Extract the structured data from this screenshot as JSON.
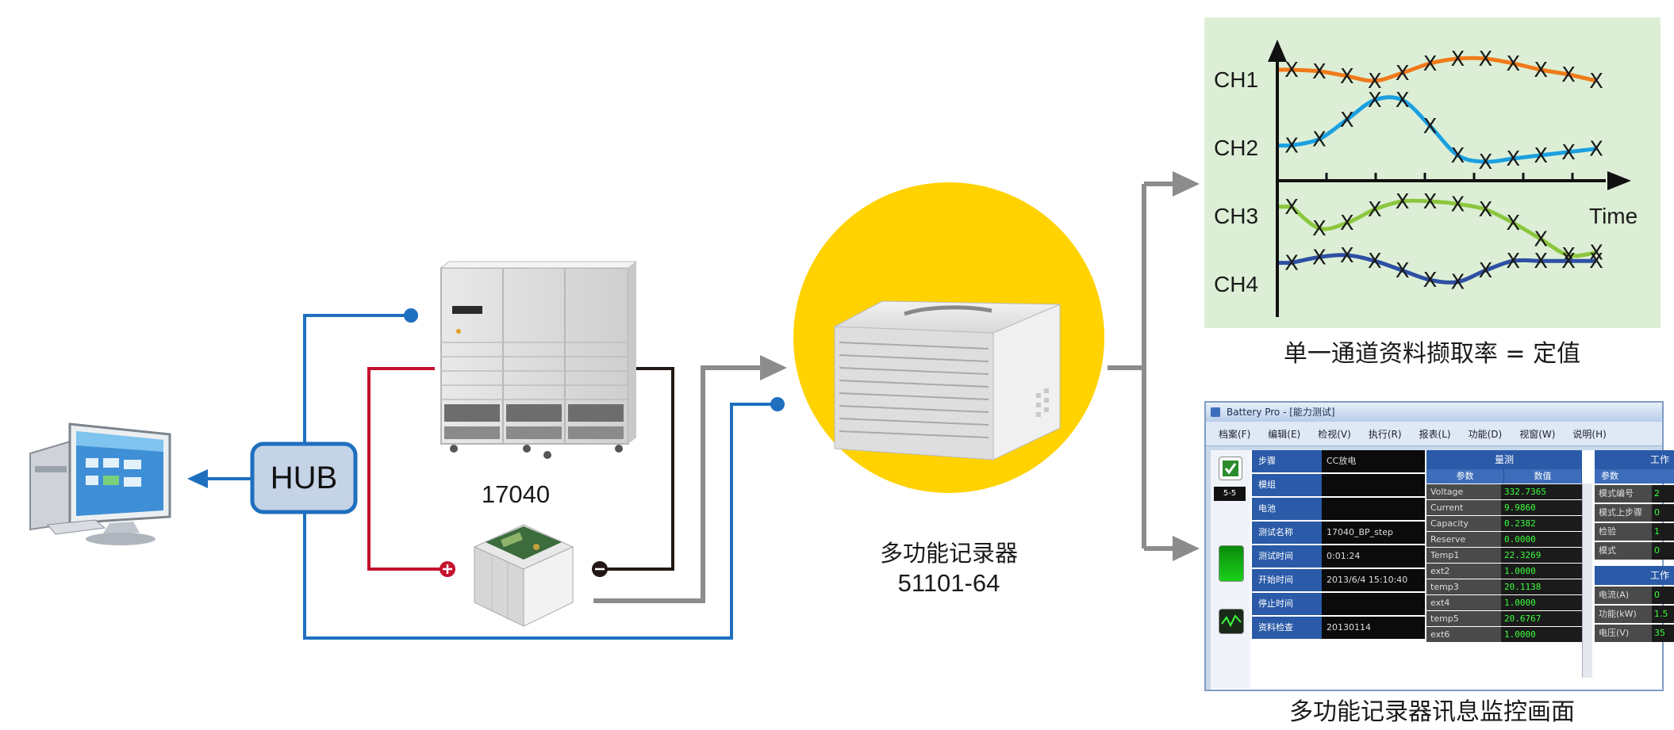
{
  "colors": {
    "blue_line": "#1f6fbf",
    "red_line": "#c4122f",
    "black_line": "#231815",
    "gray_arrow": "#8c8c8c",
    "yellow_circle": "#ffd200",
    "chart_bg": "#dcefd6",
    "ch1": "#f07a1a",
    "ch2": "#1aa0e0",
    "ch3": "#8cc63f",
    "ch4": "#2e4fa3",
    "hub_fill": "#c5d3e6"
  },
  "hub": {
    "label": "HUB"
  },
  "devices": {
    "power_cabinet_label": "17040",
    "recorder_name": "多功能记录器",
    "recorder_model": "51101-64"
  },
  "chart_data": {
    "type": "line",
    "xlabel": "Time",
    "ylabel": "",
    "x": [
      1,
      2,
      3,
      4,
      5,
      6,
      7,
      8,
      9,
      10,
      11,
      12
    ],
    "series": [
      {
        "name": "CH1",
        "values": [
          0.6,
          0.55,
          0.4,
          0.25,
          0.5,
          0.8,
          0.95,
          0.95,
          0.8,
          0.6,
          0.45,
          0.25
        ]
      },
      {
        "name": "CH2",
        "values": [
          0.2,
          0.3,
          0.6,
          0.9,
          0.9,
          0.5,
          0.05,
          -0.05,
          0.0,
          0.05,
          0.1,
          0.15
        ]
      },
      {
        "name": "CH3",
        "values": [
          0.9,
          0.5,
          0.6,
          0.85,
          1.0,
          1.0,
          0.95,
          0.85,
          0.6,
          0.3,
          0.0,
          0.05
        ]
      },
      {
        "name": "CH4",
        "values": [
          0.8,
          0.95,
          1.0,
          0.85,
          0.6,
          0.35,
          0.3,
          0.6,
          0.85,
          0.85,
          0.85,
          0.85
        ]
      }
    ],
    "caption": "单一通道资料撷取率 = 定值",
    "grid": false
  },
  "monitor_ui": {
    "caption": "多功能记录器讯息监控画面",
    "title": "Battery Pro - [能力测试]",
    "menu": [
      "档案(F)",
      "编辑(E)",
      "检视(V)",
      "执行(R)",
      "报表(L)",
      "功能(D)",
      "视窗(W)",
      "说明(H)"
    ],
    "side_index": "5-5",
    "params": [
      {
        "k": "步骤",
        "v": "CC放电"
      },
      {
        "k": "模组",
        "v": ""
      },
      {
        "k": "电池",
        "v": ""
      },
      {
        "k": "测试名称",
        "v": "17040_BP_step"
      },
      {
        "k": "测试时间",
        "v": "0:01:24"
      },
      {
        "k": "开始时间",
        "v": "2013/6/4 15:10:40"
      },
      {
        "k": "停止时间",
        "v": ""
      },
      {
        "k": "资料检查",
        "v": "20130114"
      }
    ],
    "data_table": {
      "title": "量测",
      "columns": [
        "参数",
        "数值"
      ],
      "rows": [
        {
          "k": "Voltage",
          "v": "332.7365"
        },
        {
          "k": "Current",
          "v": "9.9860"
        },
        {
          "k": "Capacity",
          "v": "0.2382"
        },
        {
          "k": "Reserve",
          "v": "0.0000"
        },
        {
          "k": "Temp1",
          "v": "22.3269"
        },
        {
          "k": "ext2",
          "v": "1.0000"
        },
        {
          "k": "temp3",
          "v": "20.1138"
        },
        {
          "k": "ext4",
          "v": "1.0000"
        },
        {
          "k": "temp5",
          "v": "20.6767"
        },
        {
          "k": "ext6",
          "v": "1.0000"
        }
      ]
    },
    "right_table": {
      "title": "工作",
      "sub": "参数",
      "rows": [
        {
          "k": "模式编号",
          "v": "2"
        },
        {
          "k": "模式上步骤",
          "v": "0"
        },
        {
          "k": "检验",
          "v": "1"
        },
        {
          "k": "模式",
          "v": "0"
        }
      ],
      "title2": "工作",
      "rows2": [
        {
          "k": "电流(A)",
          "v": "0"
        },
        {
          "k": "功能(kW)",
          "v": "1.5"
        },
        {
          "k": "电压(V)",
          "v": "35"
        }
      ]
    }
  }
}
